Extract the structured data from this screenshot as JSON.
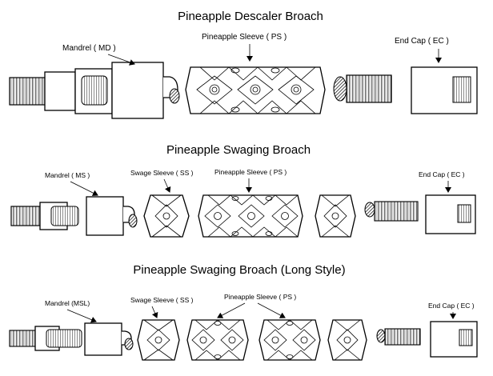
{
  "diagrams": [
    {
      "title": "Pineapple Descaler Broach",
      "labels": {
        "mandrel": "Mandrel ( MD )",
        "pineapple_sleeve": "Pineapple Sleeve ( PS )",
        "end_cap": "End Cap ( EC )"
      }
    },
    {
      "title": "Pineapple Swaging Broach",
      "labels": {
        "mandrel": "Mandrel ( MS )",
        "swage_sleeve": "Swage Sleeve ( SS )",
        "pineapple_sleeve": "Pineapple Sleeve ( PS )",
        "end_cap": "End Cap ( EC )"
      }
    },
    {
      "title": "Pineapple Swaging Broach (Long Style)",
      "labels": {
        "mandrel": "Mandrel (MSL)",
        "swage_sleeve": "Swage Sleeve ( SS )",
        "pineapple_sleeve": "Pineapple Sleeve ( PS )",
        "end_cap": "End Cap ( EC )"
      }
    }
  ],
  "stroke_color": "#000000",
  "background_color": "#ffffff"
}
